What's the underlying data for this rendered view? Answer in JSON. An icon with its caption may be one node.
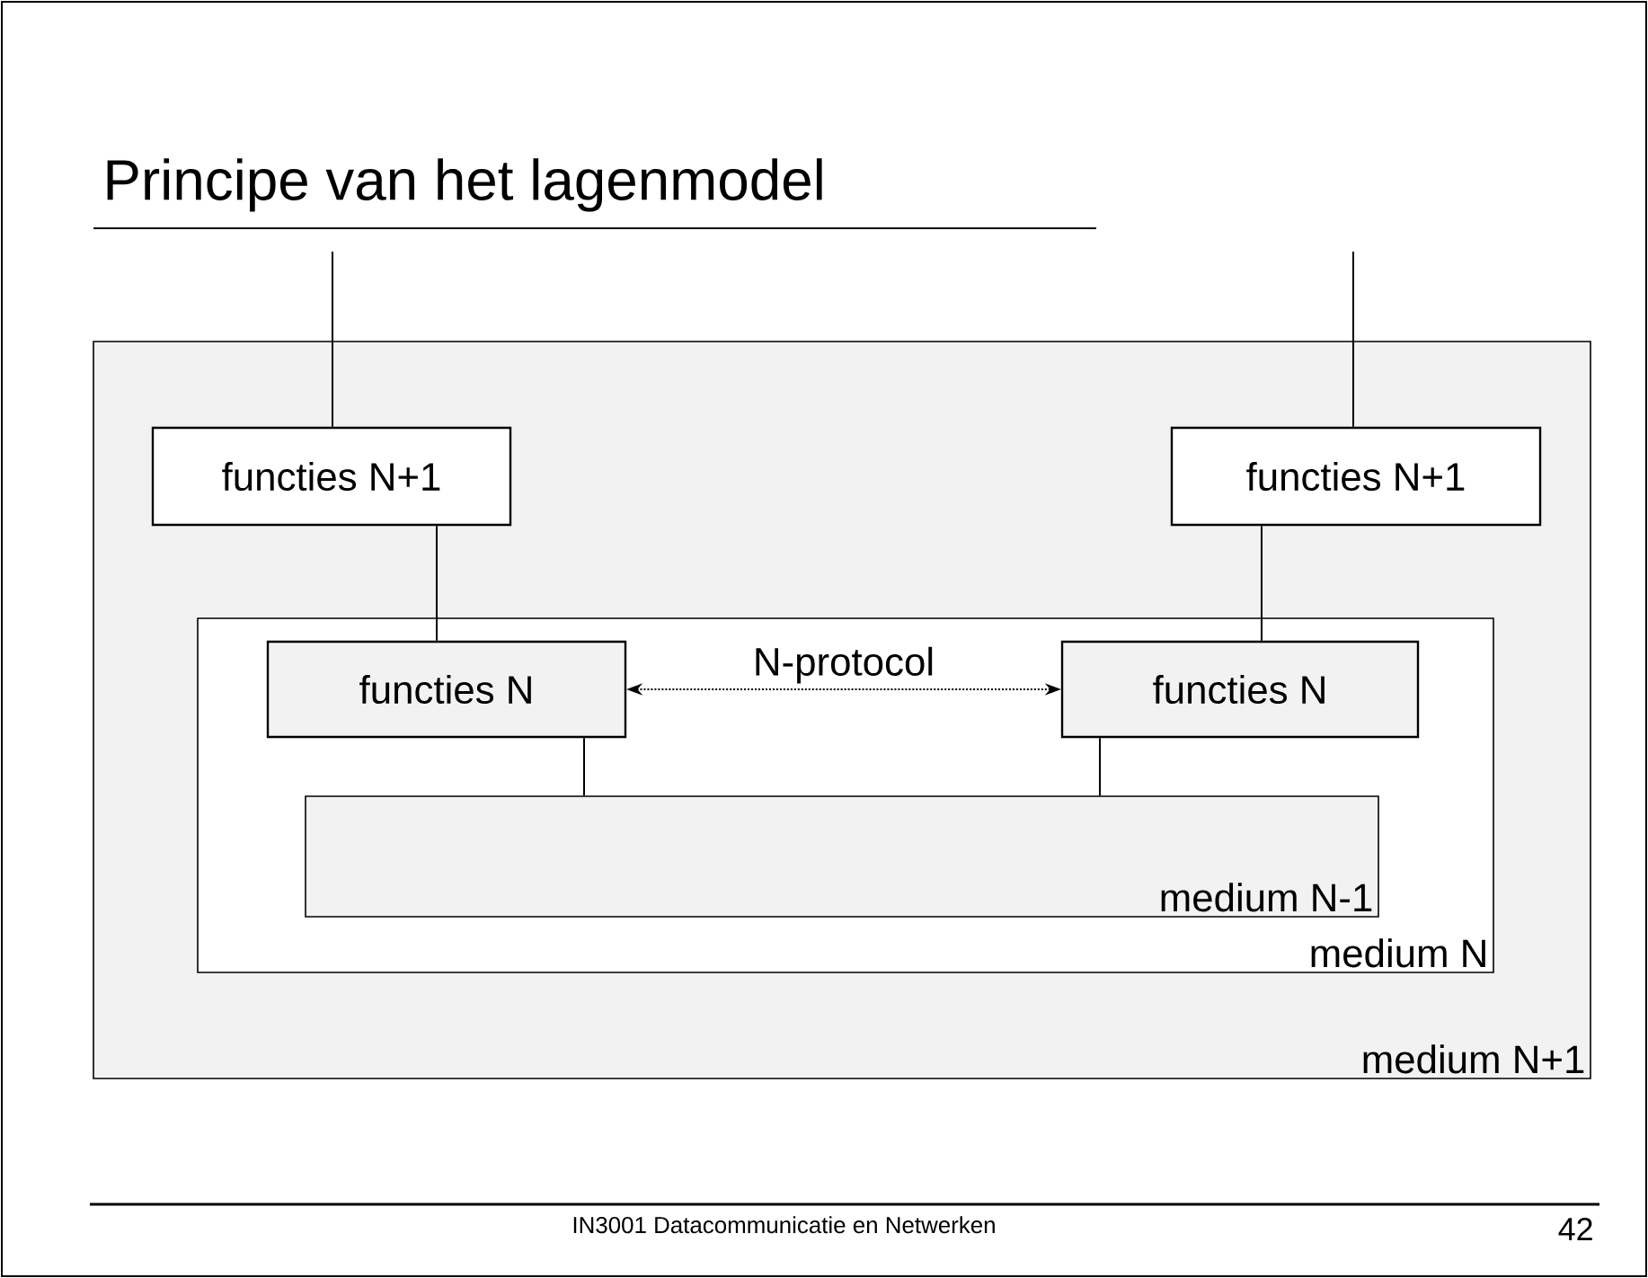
{
  "diagram": {
    "title": "Principe van het lagenmodel",
    "nodes": [
      {
        "text": [
          "medium N+1"
        ]
      },
      {
        "text": [
          "functies N+1"
        ],
        "in": 0
      },
      {
        "text": [
          "functies N+1"
        ],
        "in": 0
      },
      {
        "text": [
          "medium N"
        ],
        "in": 0
      },
      {
        "text": [
          "functies N"
        ],
        "in": 3
      },
      {
        "text": [
          "functies N"
        ],
        "in": 3
      },
      {
        "text": [
          "medium N-1"
        ],
        "in": 3
      }
    ],
    "edges": [
      {
        "from": null,
        "to": 1,
        "arrow": "none"
      },
      {
        "from": null,
        "to": 2,
        "arrow": "none"
      },
      {
        "from": 1,
        "to": 4,
        "arrow": "none"
      },
      {
        "from": 2,
        "to": 5,
        "arrow": "none"
      },
      {
        "from": 4,
        "to": 5,
        "arrow": "both",
        "label": "N-protocol",
        "style": "dashed"
      },
      {
        "from": 4,
        "to": 6,
        "arrow": "none"
      },
      {
        "from": 5,
        "to": 6,
        "arrow": "none"
      }
    ],
    "labels": [
      "IN3001 Datacommunicatie en Netwerken",
      "42"
    ]
  }
}
